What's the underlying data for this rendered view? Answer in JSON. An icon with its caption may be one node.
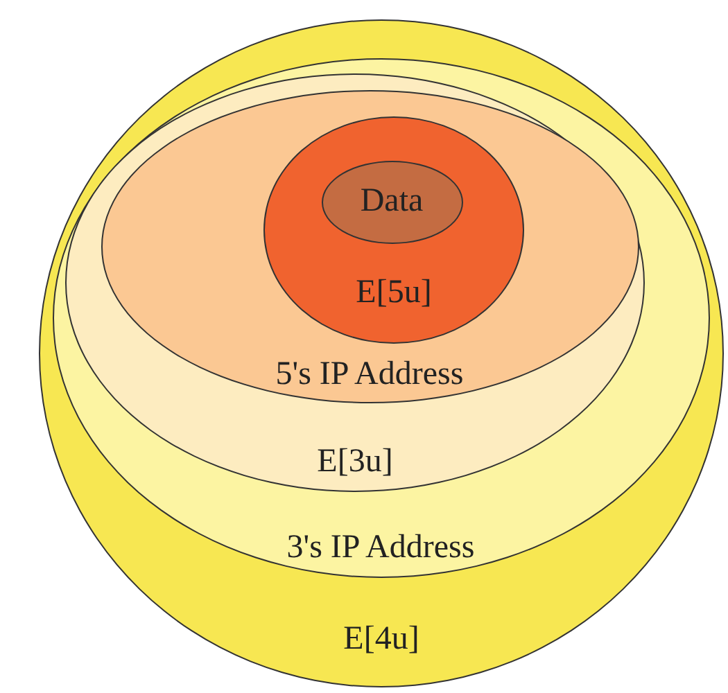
{
  "diagram": {
    "nodes": [
      {
        "text": [
          "E[4u]"
        ]
      },
      {
        "text": [
          "3's IP Address"
        ],
        "in": 0
      },
      {
        "text": [
          "E[3u]"
        ],
        "in": 1
      },
      {
        "text": [
          "5's IP Address"
        ],
        "in": 2
      },
      {
        "text": [
          "E[5u]"
        ],
        "in": 3
      },
      {
        "text": [
          "Data"
        ],
        "in": 4
      }
    ]
  }
}
